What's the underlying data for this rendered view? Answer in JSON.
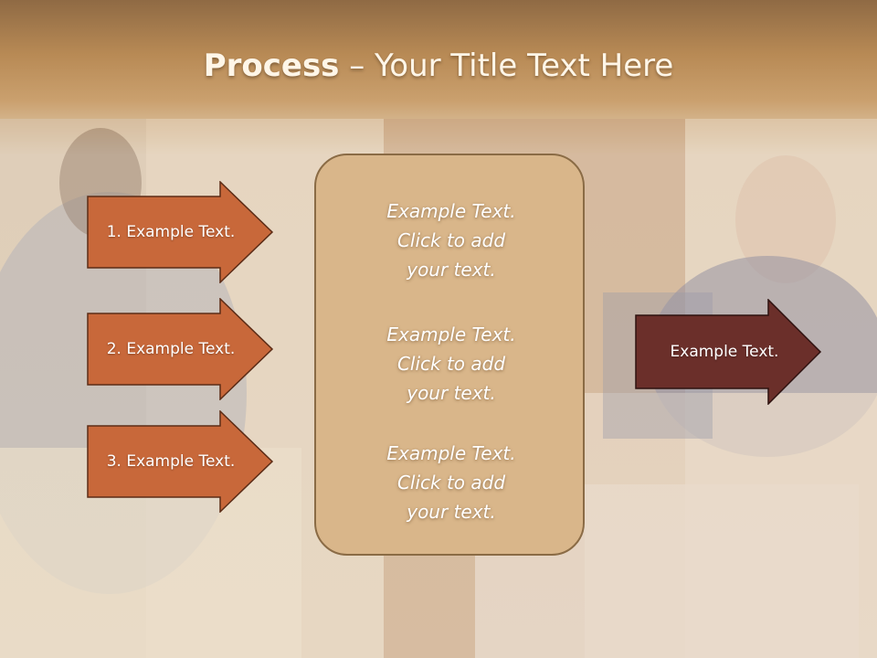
{
  "title": {
    "bold": "Process",
    "rest": " – Your Title Text Here"
  },
  "left_arrows": [
    {
      "label": "1. Example Text."
    },
    {
      "label": "2. Example Text."
    },
    {
      "label": "3. Example Text."
    }
  ],
  "panel_items": [
    {
      "text": "Example Text.\nClick  to add\nyour text."
    },
    {
      "text": "Example Text.\nClick  to add\nyour text."
    },
    {
      "text": "Example Text.\nClick  to add\nyour text."
    }
  ],
  "right_arrow": {
    "label": "Example Text."
  },
  "colors": {
    "orange_arrow": "#c8683a",
    "dark_arrow": "#6b2f2a",
    "panel": "#d9b68a"
  }
}
